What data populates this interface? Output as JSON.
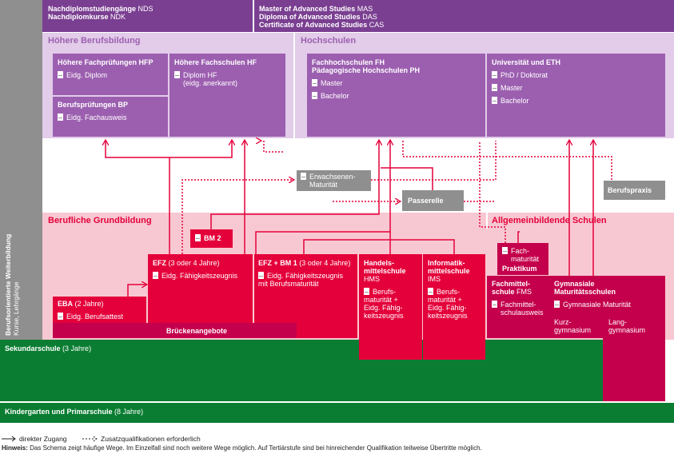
{
  "colors": {
    "purple_dark": "#7a3f91",
    "purple_mid": "#9c5fb0",
    "purple_light": "#e2cce9",
    "purple_text": "#9c5fb0",
    "pink_light": "#f8c8d2",
    "red": "#e4003a",
    "crimson": "#c4004c",
    "green": "#0a7d32",
    "gray": "#8f8f8f"
  },
  "top": {
    "left_line1_bold": "Nachdiplomstudiengänge",
    "left_line1_abbr": "NDS",
    "left_line2_bold": "Nachdiplomkurse",
    "left_line2_abbr": "NDK",
    "right_line1_bold": "Master of Advanced Studies",
    "right_line1_abbr": "MAS",
    "right_line2_bold": "Diploma of Advanced Studies",
    "right_line2_abbr": "DAS",
    "right_line3_bold": "Certificate of Advanced Studies",
    "right_line3_abbr": "CAS"
  },
  "side": {
    "title": "Berufsorientierte Weiterbildung",
    "subtitle": "Kurse, Lehrgänge"
  },
  "hbb": {
    "title": "Höhere Berufsbildung",
    "hfp_title": "Höhere Fachprüfungen HFP",
    "hfp_item": "Eidg. Diplom",
    "bp_title": "Berufsprüfungen BP",
    "bp_item": "Eidg. Fachausweis",
    "hf_title": "Höhere Fachschulen HF",
    "hf_item1": "Diplom HF",
    "hf_item2": "(eidg. anerkannt)"
  },
  "hs": {
    "title": "Hochschulen",
    "fh_title1": "Fachhochschulen FH",
    "fh_title2": "Pädagogische Hochschulen PH",
    "fh_items": [
      "Master",
      "Bachelor"
    ],
    "uni_title": "Universität und ETH",
    "uni_items": [
      "PhD / Doktorat",
      "Master",
      "Bachelor"
    ]
  },
  "middle": {
    "erwachsenen_line1": "Erwachsenen-",
    "erwachsenen_line2": "Maturität",
    "passerelle": "Passerelle",
    "berufspraxis": "Berufspraxis"
  },
  "bg": {
    "title": "Berufliche Grundbildung",
    "bm2": "BM 2",
    "efz_title": "EFZ",
    "efz_years": "(3 oder 4 Jahre)",
    "efz_item": "Eidg. Fähigkeitszeugnis",
    "efzbm_title": "EFZ + BM 1",
    "efzbm_years": "(3 oder 4 Jahre)",
    "efzbm_item1": "Eidg. Fähigkeitszeugnis",
    "efzbm_item2": "mit Berufsmaturität",
    "eba_title": "EBA",
    "eba_years": "(2 Jahre)",
    "eba_item": "Eidg. Berufsattest",
    "bruecken": "Brückenangebote",
    "hms_title1": "Handels-",
    "hms_title2": "mittelschule",
    "hms_abbr": "HMS",
    "hms_items": [
      "Berufs-",
      "maturität +",
      "Eidg. Fähig-",
      "keitszeugnis"
    ],
    "ims_title1": "Informatik-",
    "ims_title2": "mittelschule",
    "ims_abbr": "IMS",
    "ims_items": [
      "Berufs-",
      "maturität +",
      "Eidg. Fähig-",
      "keitszeugnis"
    ]
  },
  "as": {
    "title": "Allgemeinbildende Schulen",
    "fm_item1": "Fach-",
    "fm_item2": "maturität",
    "praktikum": "Praktikum",
    "fms_title1": "Fachmittel-",
    "fms_title2": "schule",
    "fms_abbr": "FMS",
    "fms_item1": "Fachmittel-",
    "fms_item2": "schulausweis",
    "gym_title1": "Gymnasiale",
    "gym_title2": "Maturitätsschulen",
    "gym_item": "Gymnasiale Maturität",
    "kurz1": "Kurz-",
    "kurz2": "gymnasium",
    "lang1": "Lang-",
    "lang2": "gymnasium"
  },
  "base": {
    "sek_bold": "Sekundarschule",
    "sek_years": "(3 Jahre)",
    "kg_bold": "Kindergarten und Primarschule",
    "kg_years": "(8 Jahre)"
  },
  "legend": {
    "direct": "direkter Zugang",
    "additional": "Zusatzqualifikationen erforderlich",
    "hint_bold": "Hinweis:",
    "hint_text": "Das Schema zeigt häufige Wege. Im Einzelfall sind noch weitere Wege möglich. Auf Tertiärstufe sind bei hinreichender Qualifikation teilweise Übertritte möglich."
  }
}
